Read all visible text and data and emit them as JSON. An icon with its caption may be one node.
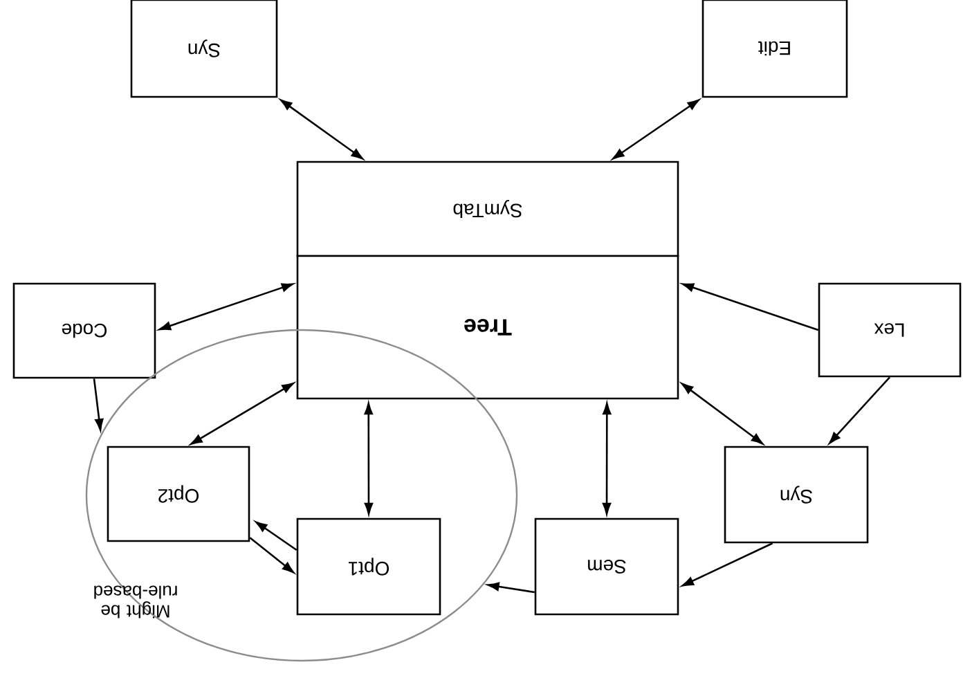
{
  "diagram": {
    "nodes": [
      {
        "text": [
          "SymTab"
        ]
      },
      {
        "text": [
          "Tree"
        ]
      },
      {
        "text": [
          "Syn"
        ]
      },
      {
        "text": [
          "Edit"
        ]
      },
      {
        "text": [
          "Code"
        ]
      },
      {
        "text": [
          "Lex"
        ]
      },
      {
        "text": [
          "Might be rule-based"
        ]
      },
      {
        "text": [
          "Opt2"
        ],
        "in": 6
      },
      {
        "text": [
          "Opt1"
        ],
        "in": 6
      },
      {
        "text": [
          "Syn"
        ]
      },
      {
        "text": [
          "Sem"
        ]
      }
    ],
    "edges": [
      {
        "from": 2,
        "to": 0,
        "arrow": "both"
      },
      {
        "from": 3,
        "to": 0,
        "arrow": "both"
      },
      {
        "from": 4,
        "to": 1,
        "arrow": "both"
      },
      {
        "from": 5,
        "to": 1,
        "arrow": "to"
      },
      {
        "from": 1,
        "to": 7,
        "arrow": "both"
      },
      {
        "from": 1,
        "to": 8,
        "arrow": "both"
      },
      {
        "from": 1,
        "to": 10,
        "arrow": "both"
      },
      {
        "from": 1,
        "to": 9,
        "arrow": "both"
      },
      {
        "from": 5,
        "to": 9,
        "arrow": "to"
      },
      {
        "from": 9,
        "to": 10,
        "arrow": "to"
      },
      {
        "from": 10,
        "to": 6,
        "arrow": "to"
      },
      {
        "from": 7,
        "to": 8,
        "arrow": "to"
      },
      {
        "from": 8,
        "to": 7,
        "arrow": "to"
      },
      {
        "from": 4,
        "to": 6,
        "arrow": "to"
      }
    ]
  }
}
